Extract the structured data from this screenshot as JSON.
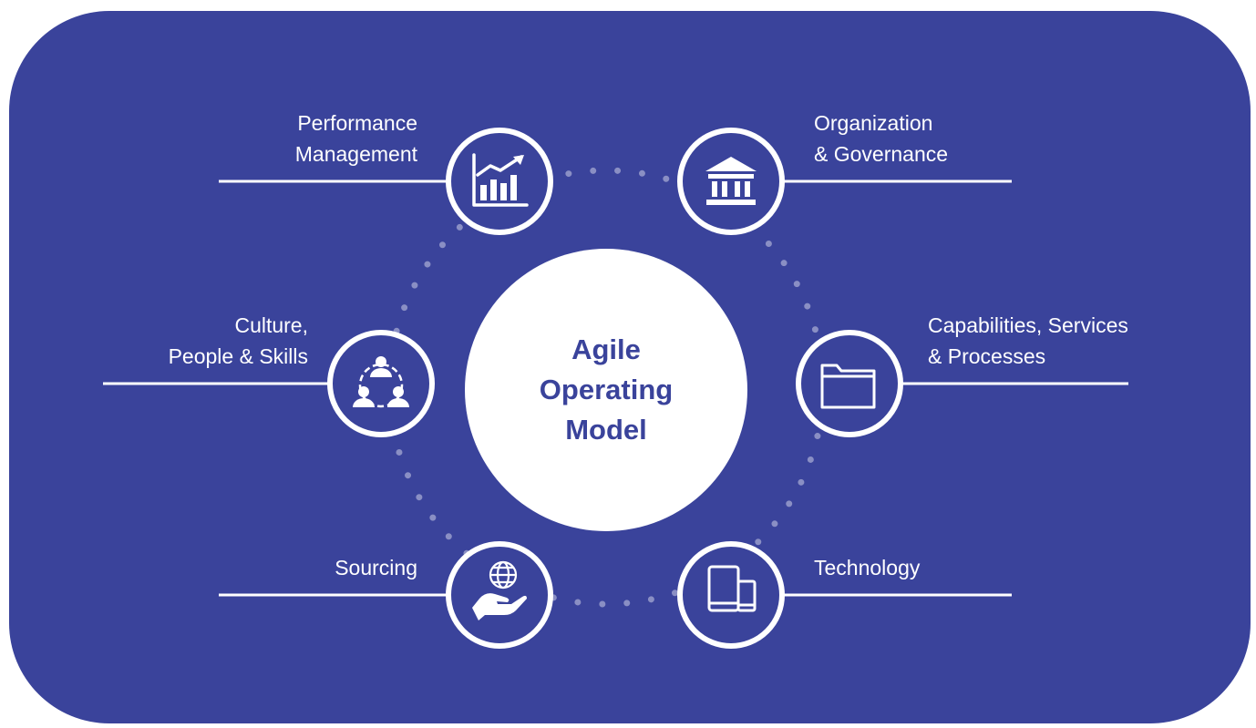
{
  "diagram": {
    "colors": {
      "background": "#3a439b",
      "foreground": "#ffffff",
      "dots": "#8a8fc4"
    },
    "center": {
      "lines": [
        "Agile",
        "Operating",
        "Model"
      ]
    },
    "nodes": [
      {
        "id": "performance-management",
        "icon": "bar-chart-growth-icon",
        "lines": [
          "Performance",
          "Management"
        ]
      },
      {
        "id": "organization-governance",
        "icon": "government-building-icon",
        "lines": [
          "Organization",
          "& Governance"
        ]
      },
      {
        "id": "culture-people-skills",
        "icon": "team-people-icon",
        "lines": [
          "Culture,",
          "People & Skills"
        ]
      },
      {
        "id": "capabilities-services-processes",
        "icon": "folder-icon",
        "lines": [
          "Capabilities, Services",
          "& Processes"
        ]
      },
      {
        "id": "sourcing",
        "icon": "hand-globe-icon",
        "lines": [
          "Sourcing"
        ]
      },
      {
        "id": "technology",
        "icon": "tablet-phone-icon",
        "lines": [
          "Technology"
        ]
      }
    ]
  }
}
